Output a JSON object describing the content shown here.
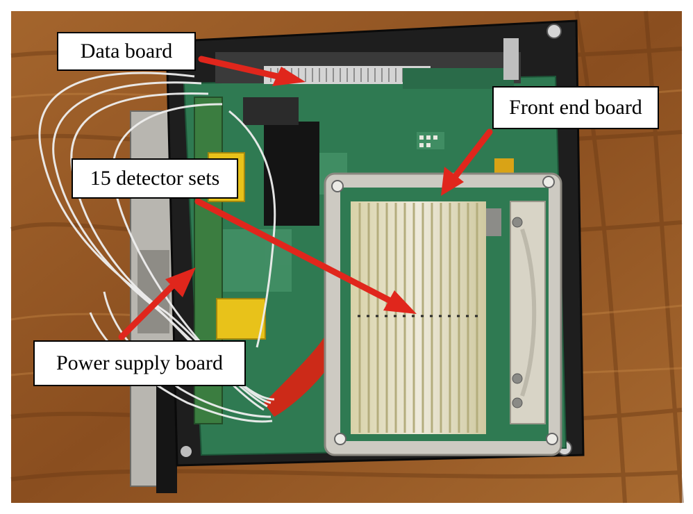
{
  "figure": {
    "labels": {
      "data_board": "Data board",
      "front_end_board": "Front end board",
      "detector_sets": "15 detector sets",
      "power_supply_board": "Power supply board"
    },
    "colors": {
      "arrow": "#e0261c",
      "wood": "#9a5a24",
      "pcb_green": "#2f7a52",
      "enclosure": "#1f1f1f",
      "detector_frame": "#c9c6bf"
    }
  }
}
